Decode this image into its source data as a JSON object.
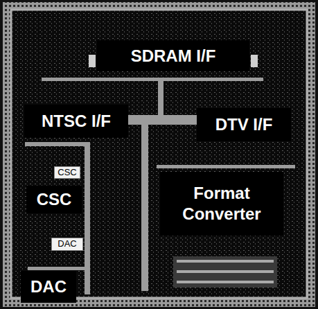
{
  "diagram": {
    "nodes": [
      {
        "text": [
          "SDRAM I/F"
        ]
      },
      {
        "text": [
          "NTSC I/F"
        ]
      },
      {
        "text": [
          "DTV I/F"
        ]
      },
      {
        "text": [
          "CSC"
        ]
      },
      {
        "text": [
          "CSC"
        ]
      },
      {
        "text": [
          "Format Converter"
        ]
      },
      {
        "text": [
          "DAC"
        ]
      },
      {
        "text": [
          "DAC"
        ]
      }
    ]
  }
}
